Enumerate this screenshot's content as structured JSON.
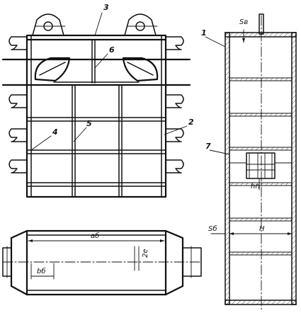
{
  "labels": {
    "callout_1": "1",
    "callout_2": "2",
    "callout_3": "3",
    "callout_4": "4",
    "callout_5": "5",
    "callout_6": "6",
    "callout_7": "7"
  },
  "dimensions": {
    "side_wall": "Sв",
    "partition_height": "hп",
    "bottom_thickness": "Sб",
    "height": "H",
    "body_length": "aб",
    "outlet_width": "bб",
    "slot": "2e"
  }
}
